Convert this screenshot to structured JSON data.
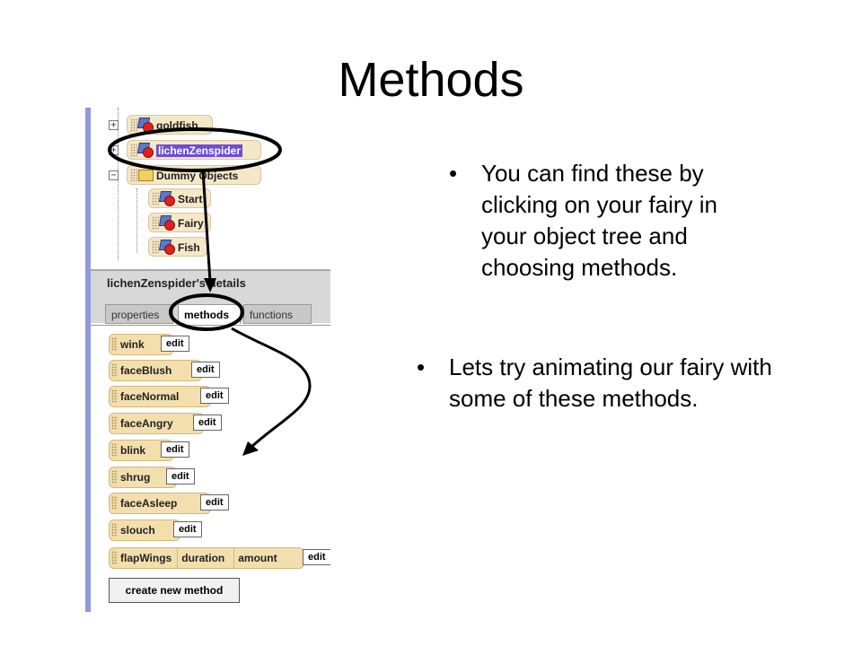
{
  "slide": {
    "title": "Methods",
    "bullets": [
      "You can find these by clicking on your fairy in your object tree and choosing methods.",
      "Lets try animating our fairy with some of these methods."
    ]
  },
  "object_tree": {
    "items": [
      {
        "label": "goldfish",
        "expander": "+"
      },
      {
        "label": "lichenZenspider",
        "expander": "+",
        "selected": true
      },
      {
        "label": "Dummy Objects",
        "expander": "−",
        "icon": "folder-icon"
      },
      {
        "label": "Start"
      },
      {
        "label": "Fairy"
      },
      {
        "label": "Fish"
      }
    ]
  },
  "details": {
    "title": "lichenZenspider's details",
    "tabs": [
      "properties",
      "methods",
      "functions"
    ],
    "active_tab": "methods",
    "methods": [
      {
        "name": "wink",
        "edit": "edit"
      },
      {
        "name": "faceBlush",
        "edit": "edit"
      },
      {
        "name": "faceNormal",
        "edit": "edit"
      },
      {
        "name": "faceAngry",
        "edit": "edit"
      },
      {
        "name": "blink",
        "edit": "edit"
      },
      {
        "name": "shrug",
        "edit": "edit"
      },
      {
        "name": "faceAsleep",
        "edit": "edit"
      },
      {
        "name": "slouch",
        "edit": "edit"
      },
      {
        "name": "flapWings",
        "params": [
          "duration",
          "amount"
        ],
        "edit": "edit"
      }
    ],
    "create_button": "create new method"
  },
  "colors": {
    "method_tile": "#f3dfae",
    "selected_highlight": "#6b4ed6",
    "panel_border": "#8f9bd8"
  }
}
